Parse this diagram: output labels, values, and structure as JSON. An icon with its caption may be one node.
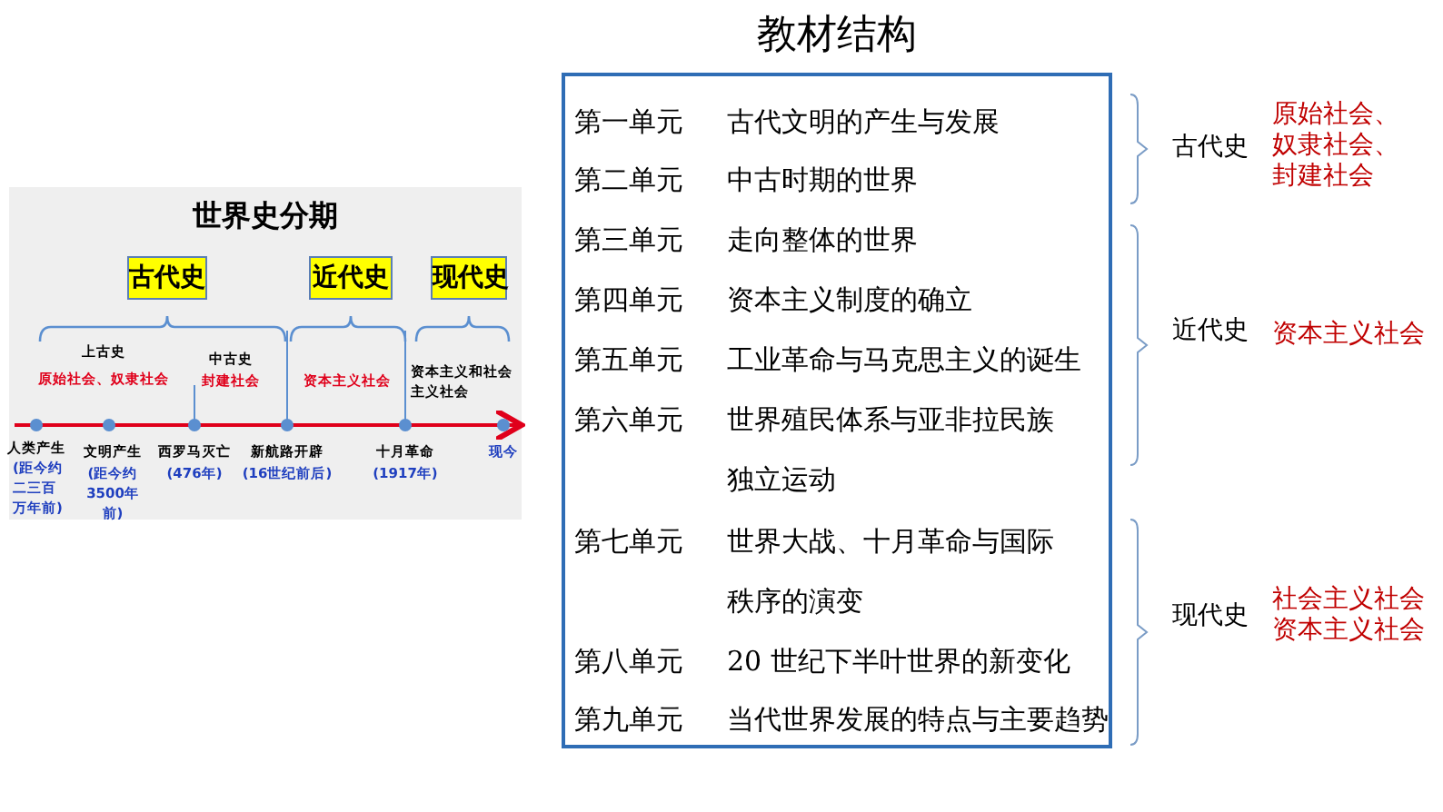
{
  "diagram": {
    "nodes": [
      {
        "text": [
          "世界史分期"
        ]
      },
      {
        "text": [
          "古代史"
        ],
        "in": 0
      },
      {
        "text": [
          "近代史"
        ],
        "in": 0
      },
      {
        "text": [
          "现代史"
        ],
        "in": 0
      },
      {
        "text": [
          "教材结构",
          "第一单元",
          "古代文明的产生与发展",
          "第二单元",
          "中古时期的世界",
          "第三单元",
          "走向整体的世界",
          "第四单元",
          "资本主义制度的确立",
          "第五单元",
          "工业革命与马克思主义的诞生",
          "第六单元",
          "世界殖民体系与亚非拉民族独立运动",
          "第七单元",
          "世界大战、十月革命与国际秩序的演变",
          "第八单元",
          "20 世纪下半叶世界的新变化",
          "第九单元",
          "当代世界发展的特点与主要趋势"
        ]
      }
    ],
    "edges": [],
    "labels": [
      "上古史",
      "原始社会、奴隶社会",
      "中古史",
      "封建社会",
      "资本主义社会",
      "资本主义和社会主义社会",
      "人类产生",
      "(距今约二三百万年前)",
      "文明产生",
      "(距今约3500年前)",
      "西罗马灭亡",
      "(476年)",
      "新航路开辟",
      "(16世纪前后)",
      "十月革命",
      "(1917年)",
      "现今",
      "古代史",
      "原始社会、奴隶社会、封建社会",
      "近代史",
      "资本主义社会",
      "现代史",
      "社会主义社会",
      "资本主义社会"
    ]
  }
}
